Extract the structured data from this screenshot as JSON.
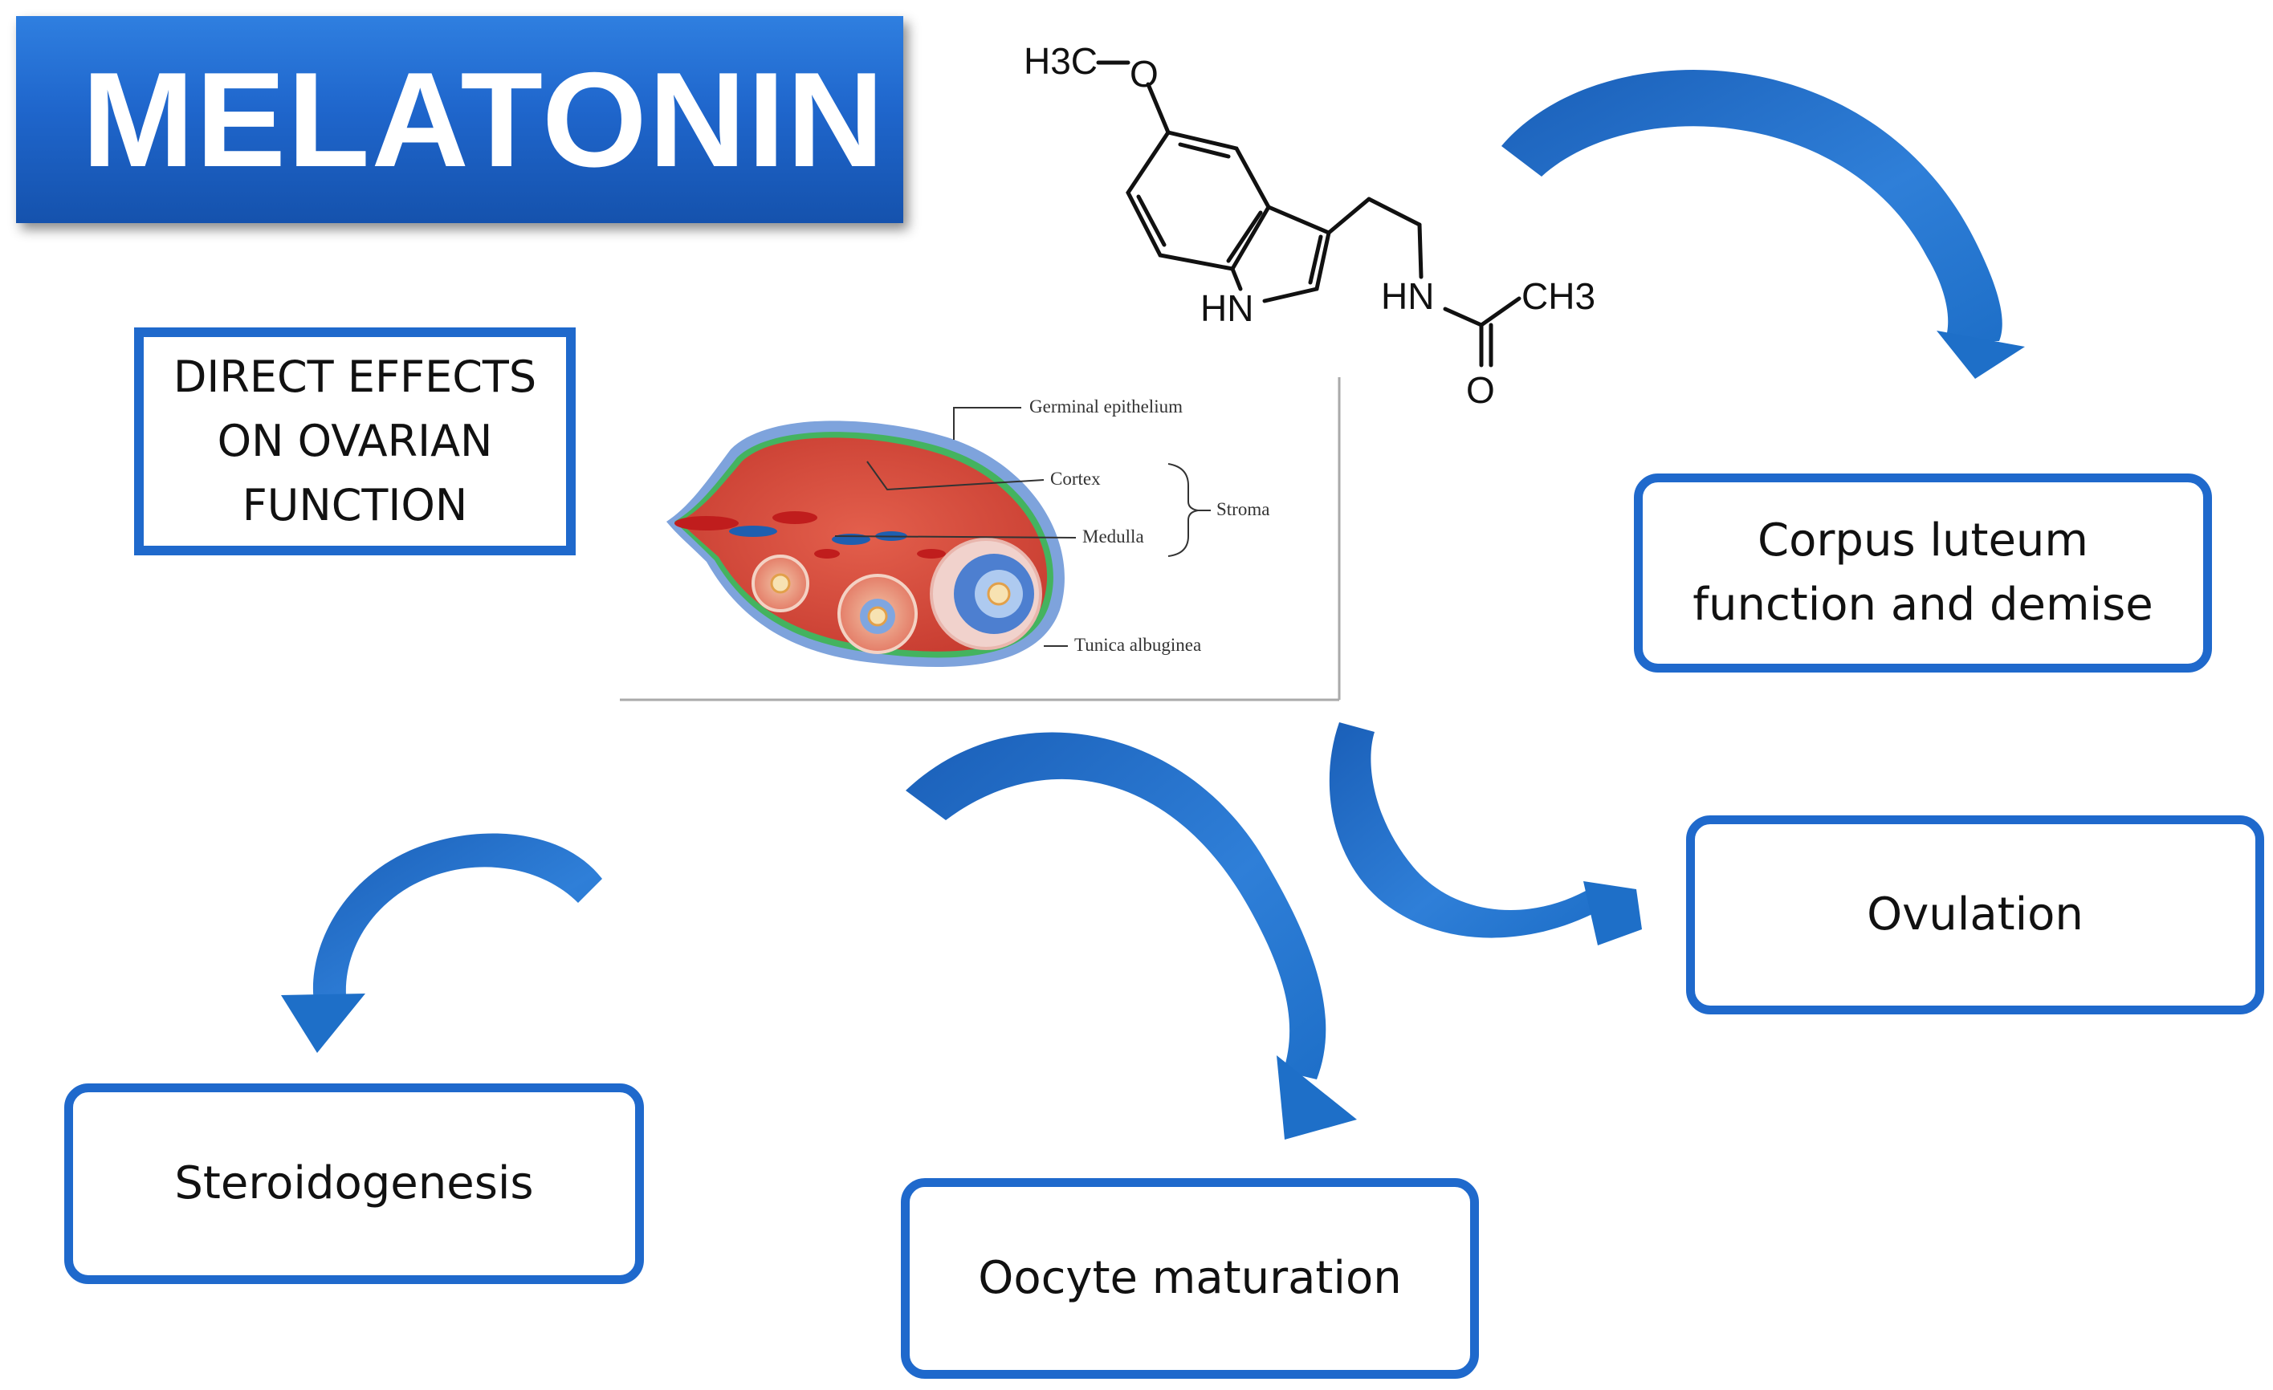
{
  "title": "MELATONIN",
  "molecule": {
    "methoxy": "H3C",
    "ether_o": "O",
    "ring_nh": "HN",
    "amide_nh": "HN",
    "methyl": "CH3",
    "carbonyl_o": "O"
  },
  "direct_effects": [
    "DIRECT EFFECTS",
    "ON OVARIAN",
    "FUNCTION"
  ],
  "ovary_labels": {
    "germinal": "Germinal epithelium",
    "cortex": "Cortex",
    "medulla": "Medulla",
    "stroma": "Stroma",
    "tunica": "Tunica albuginea"
  },
  "effects": {
    "corpus_luteum": [
      "Corpus luteum",
      "function and demise"
    ],
    "ovulation": "Ovulation",
    "steroidogenesis": "Steroidogenesis",
    "oocyte_maturation": "Oocyte maturation"
  },
  "colors": {
    "accent_blue": "#1f69cc",
    "arrow_blue": "#1e6fc8",
    "ovary_red": "#d94a3a",
    "ovary_outer": "#6f9ad8"
  }
}
